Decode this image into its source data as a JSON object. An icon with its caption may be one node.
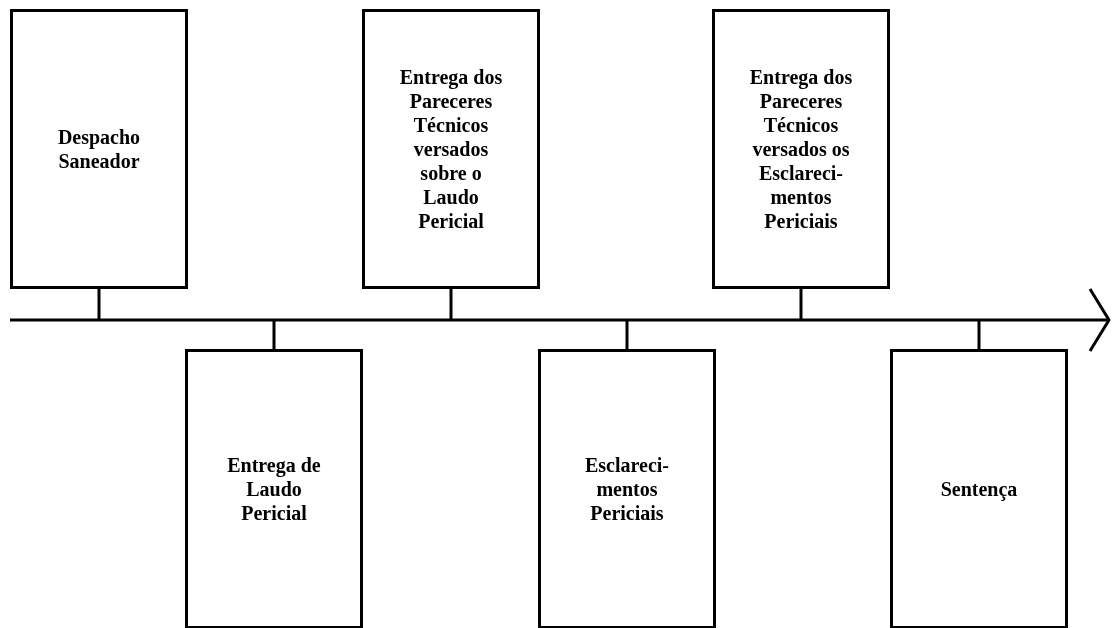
{
  "diagram": {
    "nodes": [
      {
        "text": [
          "Despacho Saneador"
        ]
      },
      {
        "text": [
          "Entrega de Laudo Pericial"
        ]
      },
      {
        "text": [
          "Entrega dos Pareceres Técnicos versados sobre o Laudo Pericial"
        ]
      },
      {
        "text": [
          "Esclareci- mentos Periciais"
        ]
      },
      {
        "text": [
          "Entrega dos Pareceres Técnicos versados os Esclareci- mentos Periciais"
        ]
      },
      {
        "text": [
          "Sentença"
        ]
      }
    ],
    "edges": [
      {
        "from": 0,
        "to": null,
        "arrow": "none"
      },
      {
        "from": 1,
        "to": null,
        "arrow": "none"
      },
      {
        "from": 2,
        "to": null,
        "arrow": "none"
      },
      {
        "from": 3,
        "to": null,
        "arrow": "none"
      },
      {
        "from": 4,
        "to": null,
        "arrow": "none"
      },
      {
        "from": 5,
        "to": null,
        "arrow": "none"
      }
    ]
  }
}
